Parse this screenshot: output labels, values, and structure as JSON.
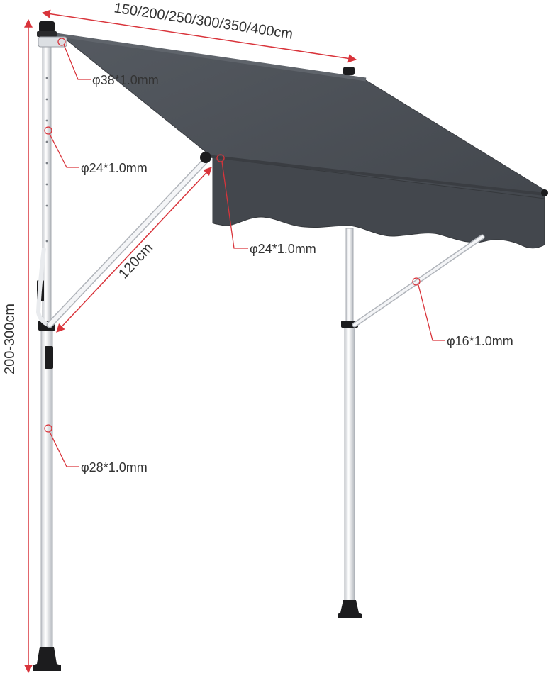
{
  "dimensions": {
    "width_range": "150/200/250/300/350/400cm",
    "height_range": "200-300cm",
    "arm_length": "120cm"
  },
  "callouts": {
    "top_bar": "φ38*1.0mm",
    "upper_pole": "φ24*1.0mm",
    "front_bar": "φ24*1.0mm",
    "support_strut": "φ16*1.0mm",
    "lower_pole": "φ28*1.0mm"
  },
  "colors": {
    "dimension_line": "#d9343b",
    "fabric": "#4a4e55",
    "frame": "#f2f3f5",
    "frame_edge": "#b8bcc2",
    "fittings": "#1c1c1e"
  }
}
